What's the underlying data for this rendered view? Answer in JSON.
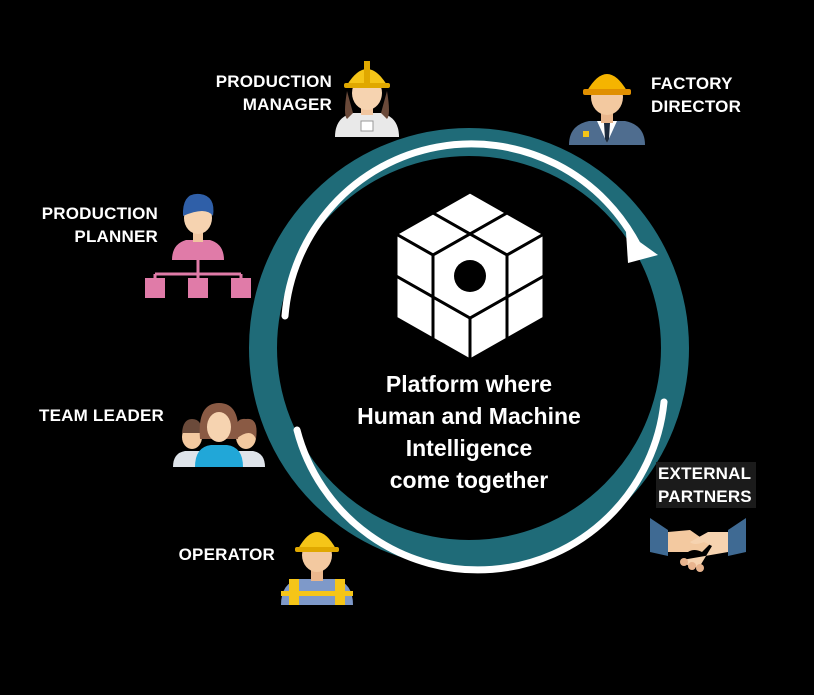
{
  "center": {
    "line1": "Platform where",
    "line2": "Human and Machine",
    "line3": "Intelligence",
    "line4": "come together"
  },
  "roles": {
    "production_manager": [
      "PRODUCTION",
      "MANAGER"
    ],
    "factory_director": [
      "FACTORY",
      "DIRECTOR"
    ],
    "production_planner": [
      "PRODUCTION",
      "PLANNER"
    ],
    "team_leader": [
      "TEAM LEADER"
    ],
    "operator": [
      "OPERATOR"
    ],
    "external_partners": [
      "EXTERNAL",
      "PARTNERS"
    ]
  },
  "colors": {
    "ring": "#1f6b78",
    "arrow": "#ffffff",
    "background": "#000000",
    "helmet": "#f5c518",
    "planner_shirt": "#e07ba8"
  },
  "icons": {
    "platform": "cube-platform-icon",
    "production_manager": "female-engineer-icon",
    "factory_director": "director-icon",
    "production_planner": "org-chart-planner-icon",
    "team_leader": "team-icon",
    "operator": "worker-icon",
    "external_partners": "handshake-icon"
  }
}
